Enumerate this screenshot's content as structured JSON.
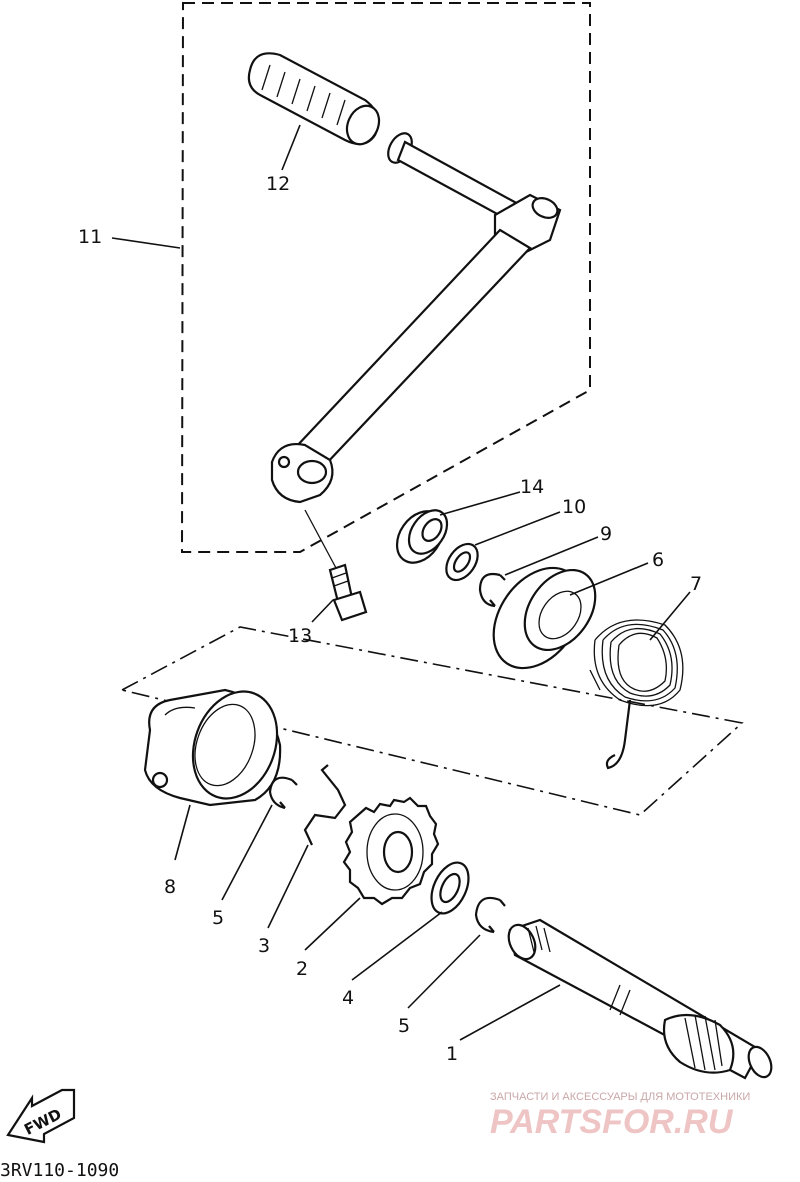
{
  "callouts": {
    "c1": "1",
    "c2": "2",
    "c3": "3",
    "c4": "4",
    "c5a": "5",
    "c5b": "5",
    "c6": "6",
    "c7": "7",
    "c8": "8",
    "c9": "9",
    "c10": "10",
    "c11": "11",
    "c12": "12",
    "c13": "13",
    "c14": "14"
  },
  "fwd_label": "FWD",
  "diagram_code": "3RV110-1090",
  "watermark": {
    "line1": "ЗАПЧАСТИ И АКСЕССУАРЫ ДЛЯ МОТОТЕХНИКИ",
    "line2": "PARTSFOR.RU"
  }
}
